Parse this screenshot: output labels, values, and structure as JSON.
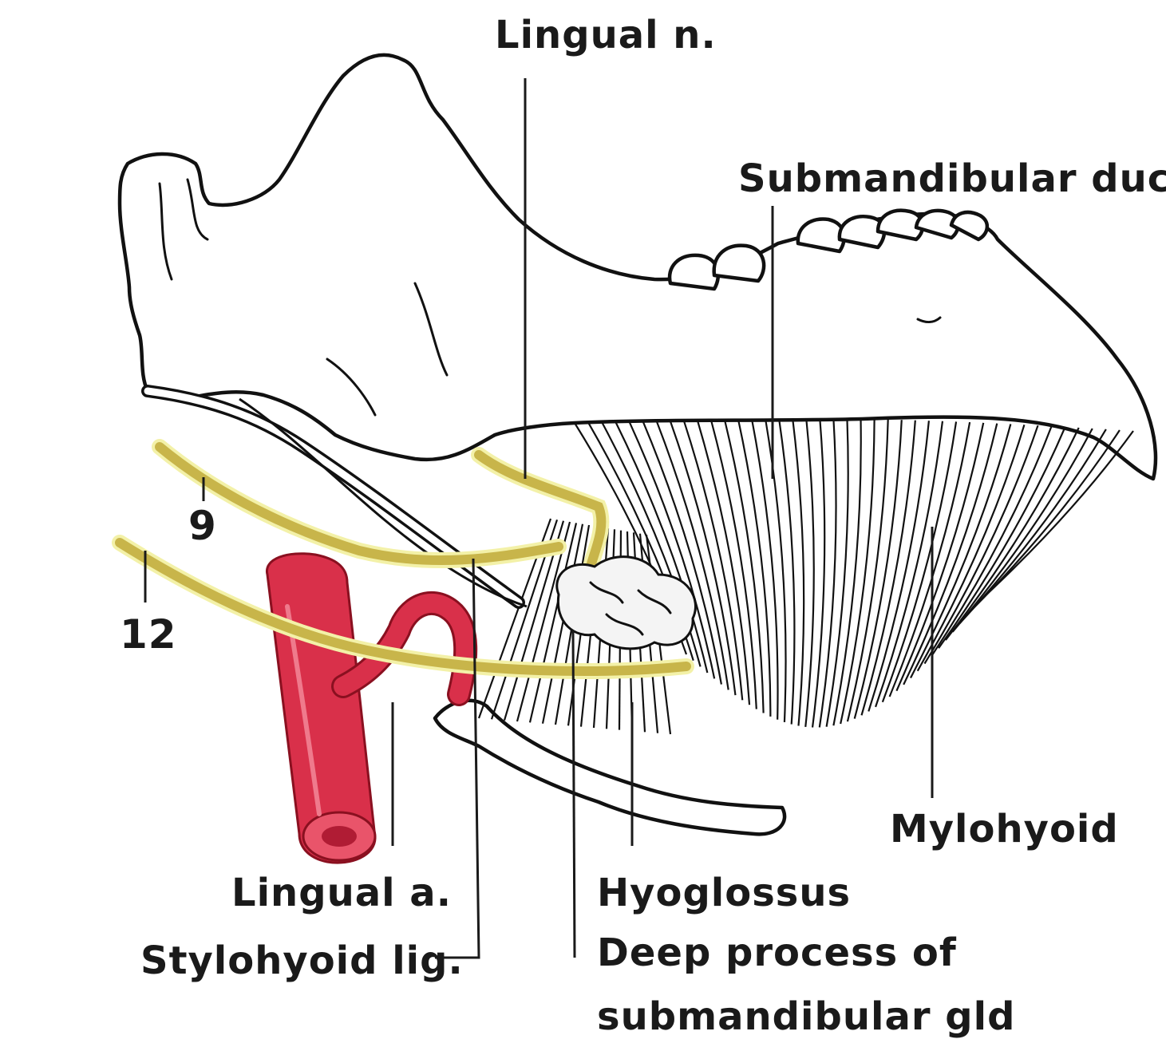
{
  "labels": {
    "lingual_n": "Lingual n.",
    "submandibular_duct": "Submandibular duct",
    "nerve_9": "9",
    "nerve_12": "12",
    "mylohyoid": "Mylohyoid",
    "lingual_a": "Lingual a.",
    "stylohyoid_lig": "Stylohyoid lig.",
    "hyoglossus": "Hyoglossus",
    "deep_process_line1": "Deep process of",
    "deep_process_line2": "submandibular gld"
  },
  "colors": {
    "artery": "#d9304a",
    "nerve": "#c8b54a",
    "nerve_glow": "#f3f1a8",
    "ink": "#111111"
  }
}
